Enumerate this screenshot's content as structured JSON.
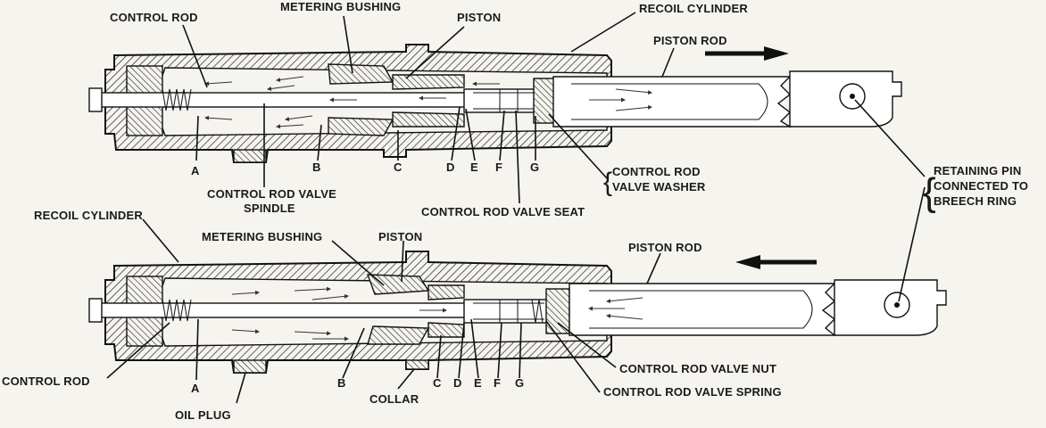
{
  "diagram": {
    "top_view": {
      "labels": {
        "control_rod": "CONTROL ROD",
        "metering_bushing": "METERING BUSHING",
        "piston": "PISTON",
        "recoil_cylinder": "RECOIL CYLINDER",
        "piston_rod": "PISTON ROD",
        "spindle_line1": "CONTROL ROD VALVE",
        "spindle_line2": "SPINDLE",
        "valve_seat": "CONTROL ROD VALVE SEAT",
        "washer_line1": "CONTROL ROD",
        "washer_line2": "VALVE WASHER"
      },
      "letters": [
        "A",
        "B",
        "C",
        "D",
        "E",
        "F",
        "G"
      ],
      "motion": "right"
    },
    "bottom_view": {
      "labels": {
        "recoil_cylinder": "RECOIL CYLINDER",
        "metering_bushing": "METERING BUSHING",
        "piston": "PISTON",
        "piston_rod": "PISTON ROD",
        "control_rod": "CONTROL ROD",
        "oil_plug": "OIL PLUG",
        "collar": "COLLAR",
        "valve_nut": "CONTROL ROD VALVE NUT",
        "valve_spring": "CONTROL ROD VALVE SPRING"
      },
      "letters": [
        "A",
        "B",
        "C",
        "D",
        "E",
        "F",
        "G"
      ],
      "motion": "left"
    },
    "retaining_pin": {
      "line1": "RETAINING PIN",
      "line2": "CONNECTED TO",
      "line3": "BREECH RING"
    }
  }
}
